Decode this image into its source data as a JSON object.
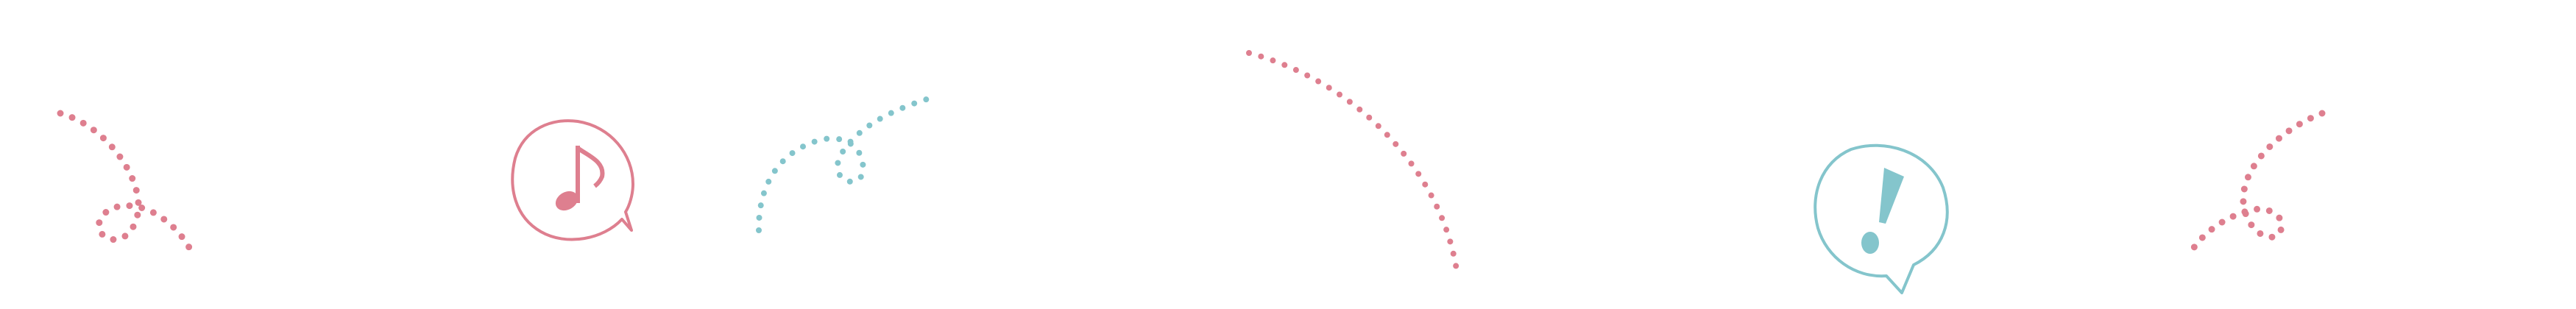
{
  "colors": {
    "pink": "#de7f8f",
    "teal": "#84c5cc",
    "background": "#ffffff"
  },
  "decorations": [
    {
      "icon": "dotted-loop-line-icon",
      "color": "pink"
    },
    {
      "icon": "music-note-speech-bubble-icon",
      "color": "pink"
    },
    {
      "icon": "dotted-loop-line-icon",
      "color": "teal"
    },
    {
      "icon": "dotted-arc-line-icon",
      "color": "pink"
    },
    {
      "icon": "exclamation-speech-bubble-icon",
      "color": "teal"
    },
    {
      "icon": "dotted-loop-line-icon",
      "color": "pink"
    }
  ]
}
